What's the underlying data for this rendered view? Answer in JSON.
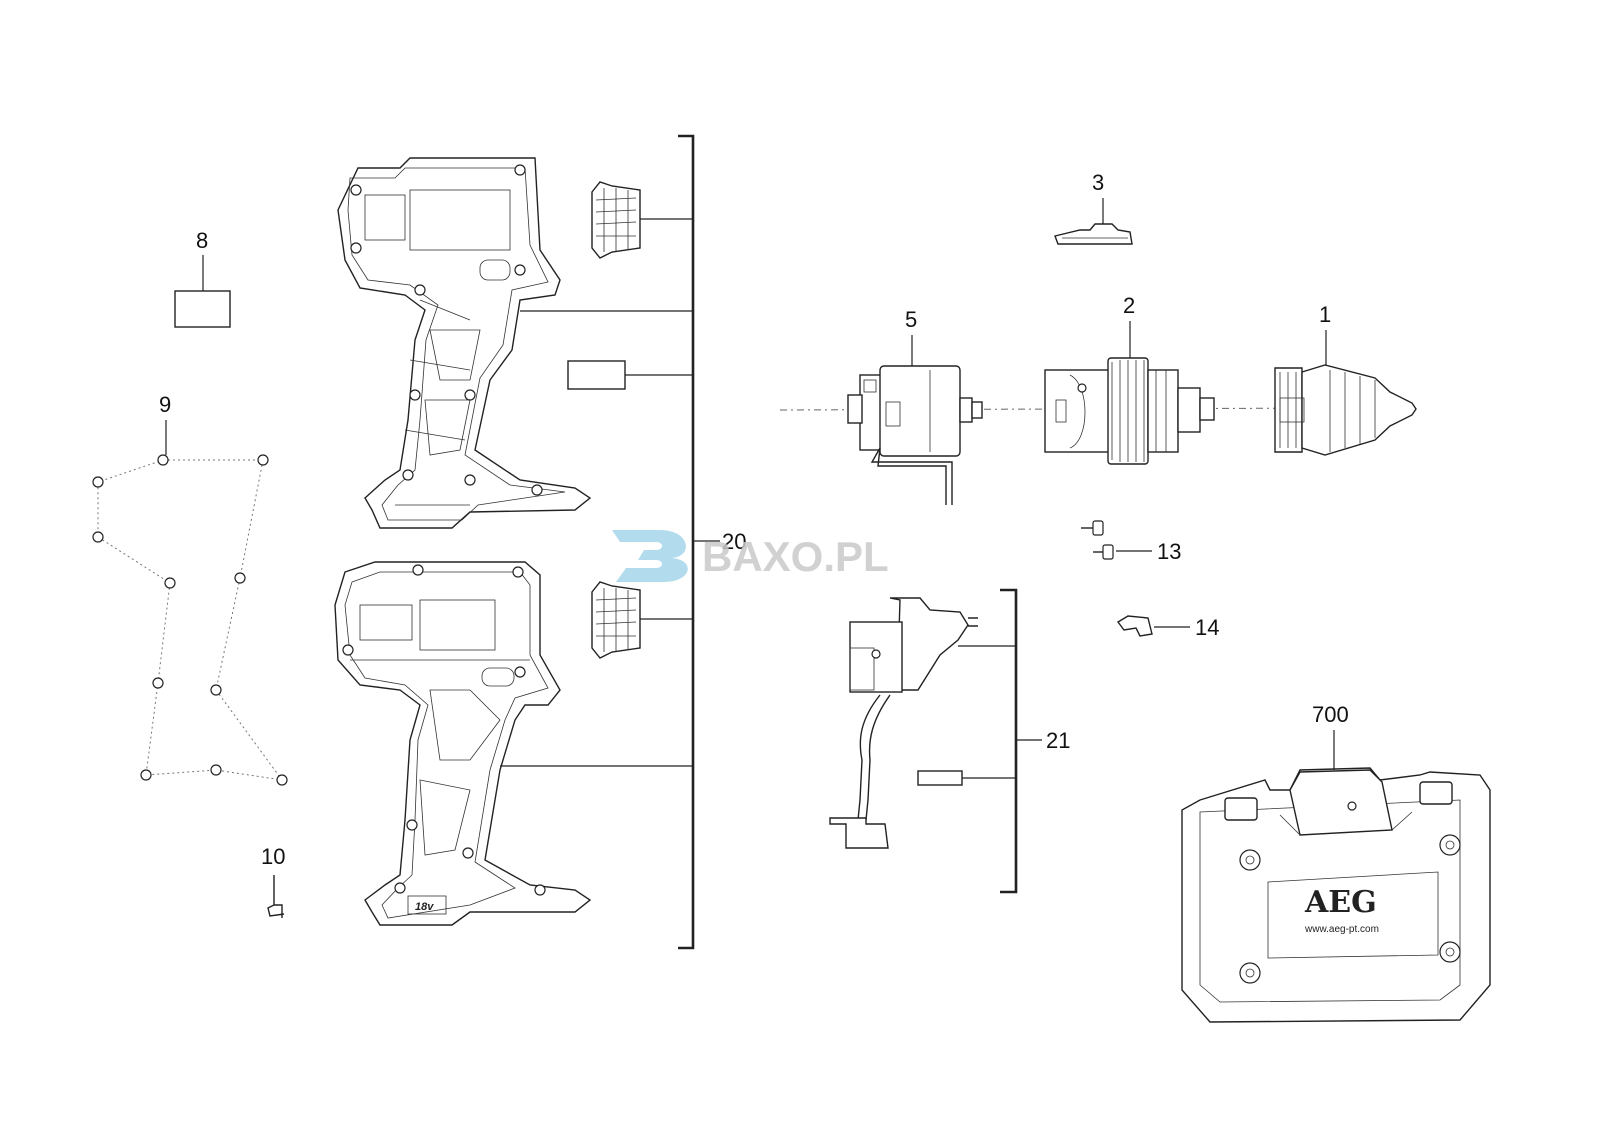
{
  "callouts": {
    "c1": "1",
    "c2": "2",
    "c3": "3",
    "c5": "5",
    "c8": "8",
    "c9": "9",
    "c10": "10",
    "c13": "13",
    "c14": "14",
    "c20": "20",
    "c21": "21",
    "c700": "700"
  },
  "watermark": {
    "text": "BAXO.PL"
  },
  "case_branding": {
    "logo": "AEG",
    "url": "www.aeg-pt.com"
  },
  "housing_badge": "18v",
  "colors": {
    "line": "#222222",
    "watermark_text": "#c9c9c9",
    "watermark_logo": "#9fd3ea"
  }
}
